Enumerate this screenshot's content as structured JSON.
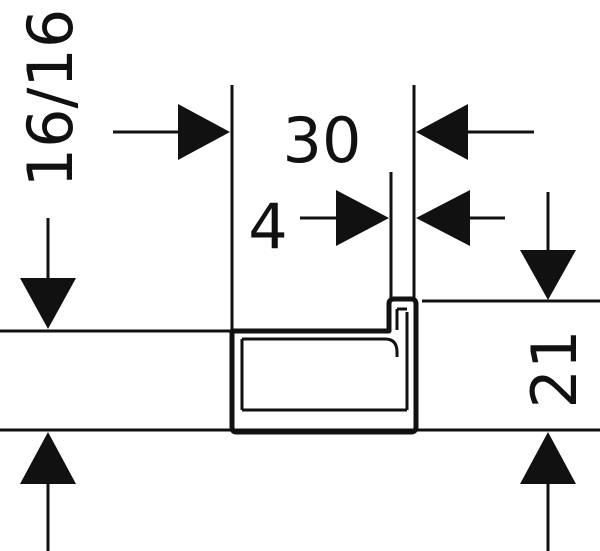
{
  "dimensions": {
    "width_30": "30",
    "width_4": "4",
    "height_21": "21",
    "range_16_16": "16/16"
  },
  "colors": {
    "line": "#111111",
    "background": "#ffffff"
  }
}
